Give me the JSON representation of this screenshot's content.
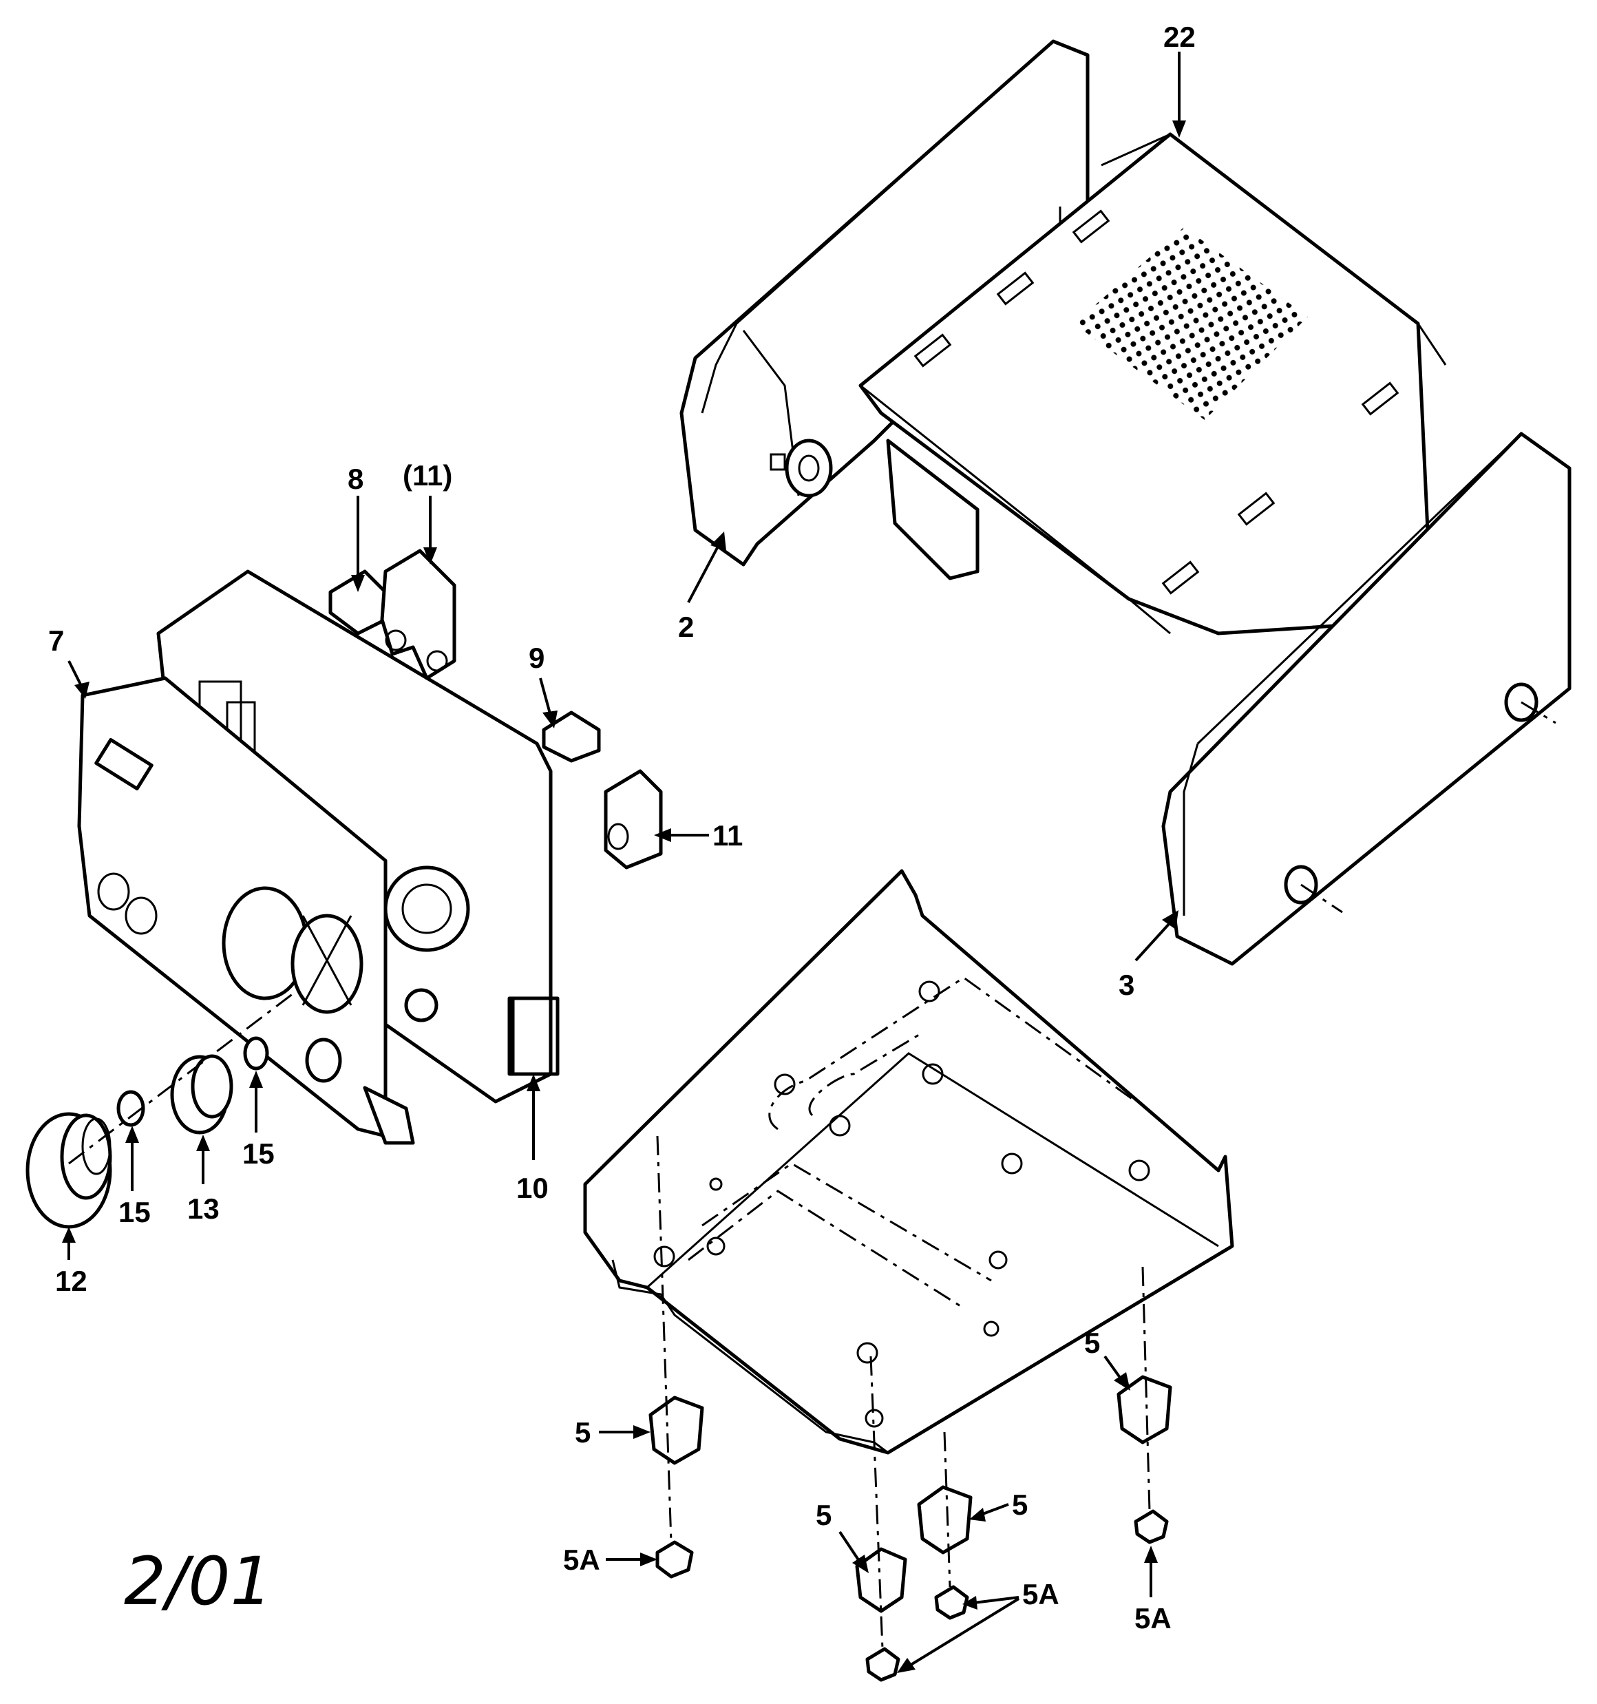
{
  "callouts": {
    "c22": "22",
    "c2": "2",
    "c3": "3",
    "c7": "7",
    "c8": "8",
    "c11p": "(11)",
    "c9": "9",
    "c11": "11",
    "c10": "10",
    "c12": "12",
    "c13": "13",
    "c15a": "15",
    "c15b": "15",
    "c5a": "5",
    "c5b": "5",
    "c5c": "5",
    "c5d": "5",
    "c5A1": "5A",
    "c5A2": "5A",
    "c5A3": "5A"
  },
  "date_mark": "2/01",
  "colors": {
    "ink": "#000000",
    "paper": "#ffffff"
  }
}
